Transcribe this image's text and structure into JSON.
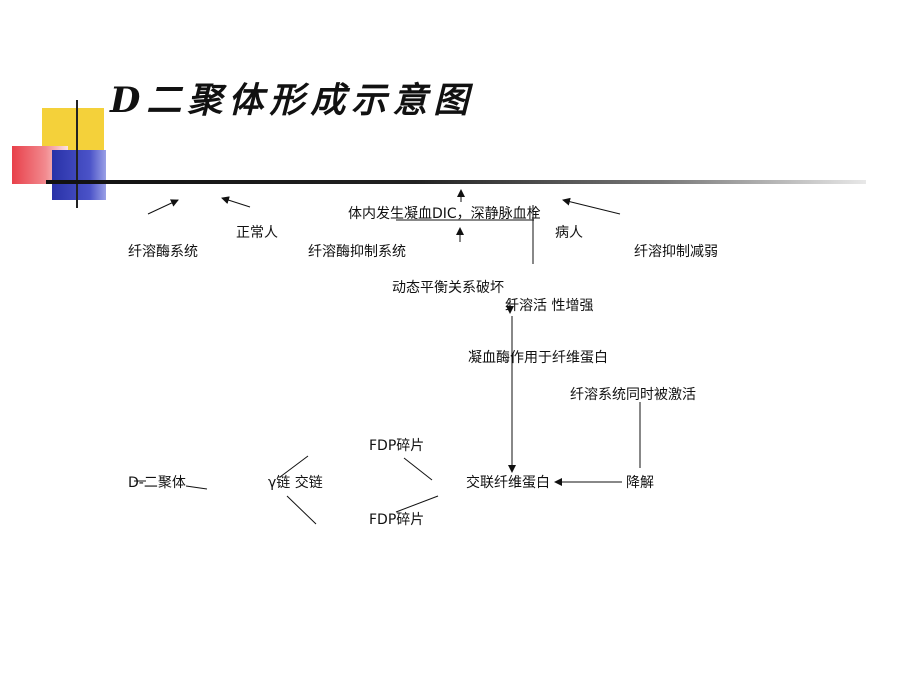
{
  "title": "D二聚体形成示意图",
  "diagram": {
    "labels": {
      "normal": "正常人",
      "fibrinolytic_enzyme_system": "纤溶酶系统",
      "fibrinolytic_inhibitor_system": "纤溶酶抑制系统",
      "dic_thrombosis": "体内发生凝血DIC，深静脉血栓",
      "patient": "病人",
      "fibrinolysis_inhibition_weakened": "纤溶抑制减弱",
      "balance_broken": "动态平衡关系破坏",
      "fibrinolytic_activity_enhanced": "纤溶活 性增强",
      "thrombin_acts_on_fibrinogen": "凝血酶作用于纤维蛋白",
      "fibrinolytic_system_activated": "纤溶系统同时被激活",
      "fdp_fragment_top": "FDP碎片",
      "fdp_fragment_bottom": "FDP碎片",
      "d_dimer": "D-二聚体",
      "gamma_chain_crosslink": "γ链  交链",
      "crosslinked_fibrin": "交联纤维蛋白",
      "degradation": "降解"
    }
  },
  "colors": {
    "accent_yellow": "#f4d13a",
    "accent_red": "#e8404a",
    "accent_blue": "#2932a8"
  }
}
